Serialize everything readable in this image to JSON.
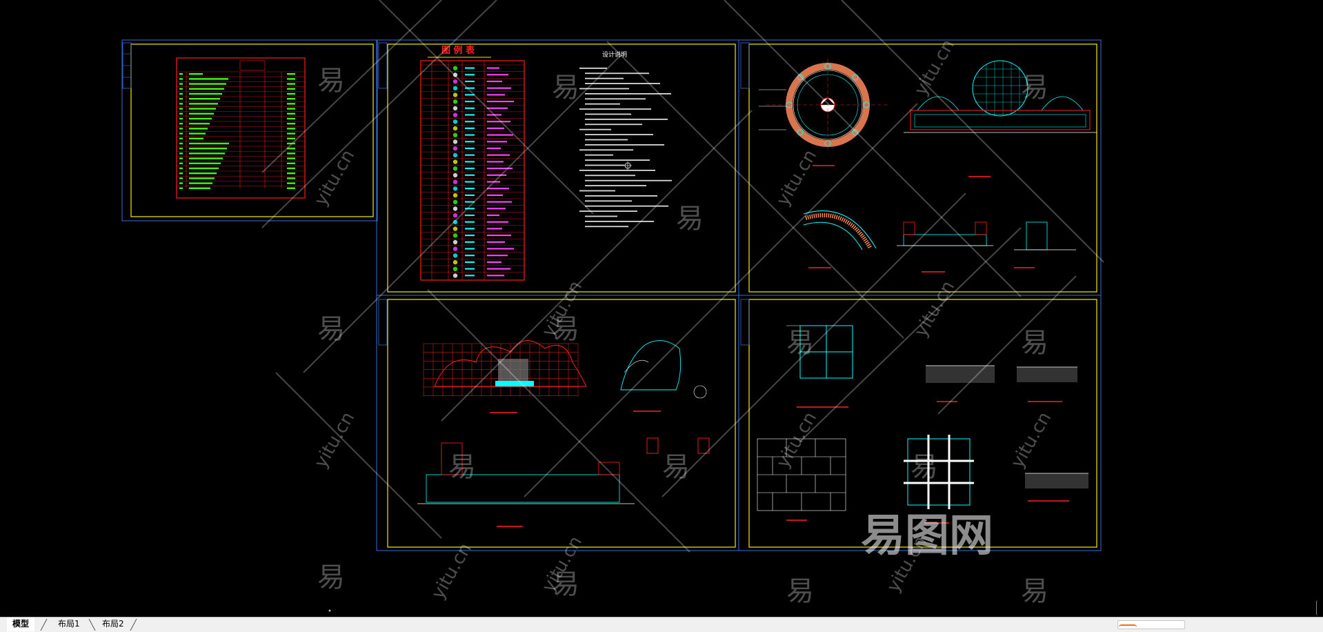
{
  "tabs": [
    {
      "label": "模型",
      "active": true
    },
    {
      "label": "布局1",
      "active": false
    },
    {
      "label": "布局2",
      "active": false
    }
  ],
  "sheets": {
    "materials_table": {
      "title": "材料表"
    },
    "legend": {
      "title": "图 例 表",
      "notes_title": "设计说明"
    }
  },
  "watermark": {
    "char": "易",
    "site": "yitu.cn",
    "brand": "易图网"
  },
  "colors": {
    "background": "#000000",
    "frame_outer": "#3a6bd8",
    "frame_inner": "#f5f000",
    "table_red": "#ff1a1a",
    "text_green": "#39ff14",
    "cyan": "#00ffff",
    "red": "#ff2020",
    "white": "#ffffff",
    "magenta": "#ff40ff",
    "tabbar": "#f0f0f0"
  },
  "icons": {
    "scroll_thumb": "horizontal-scroll-thumb",
    "vertical_scroll": "vertical-scroll-indicator"
  }
}
